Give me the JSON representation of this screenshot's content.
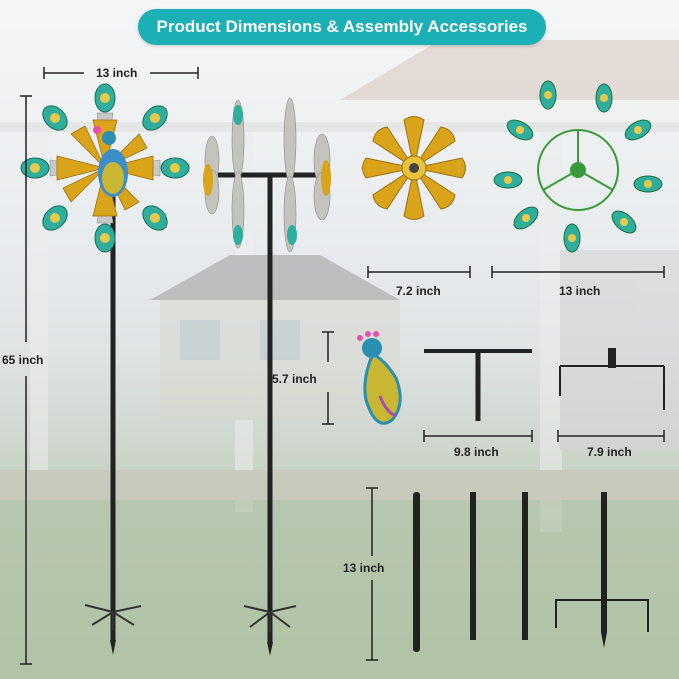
{
  "title": "Product Dimensions & Assembly Accessories",
  "dimensions": {
    "spinner_width": "13 inch",
    "total_height": "65 inch",
    "flower_diameter": "7.2 inch",
    "peacock_wheel_diameter": "13 inch",
    "peacock_height": "5.7 inch",
    "t_bracket_width": "9.8 inch",
    "stake_bracket_width": "7.9 inch",
    "pole_length": "13 inch"
  },
  "colors": {
    "banner": "#1bb0b6",
    "pole": "#222222",
    "gold": "#d9a31a",
    "teal": "#1aa39a",
    "green": "#3a9a3a"
  }
}
